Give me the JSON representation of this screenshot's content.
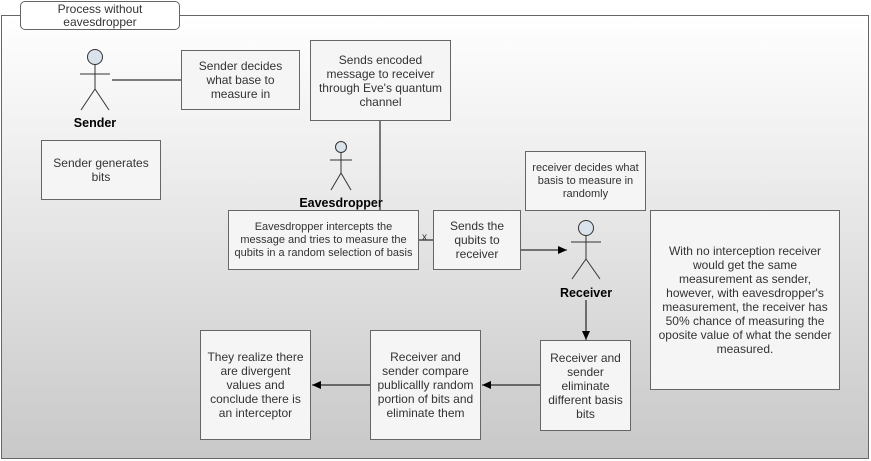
{
  "container": {
    "title": "Process without eavesdropper"
  },
  "actors": {
    "sender": "Sender",
    "eavesdropper": "Eavesdropper",
    "receiver": "Receiver"
  },
  "boxes": {
    "sender_decides": "Sender decides what base to measure in",
    "sends_encoded": "Sends encoded message to receiver through Eve's quantum channel",
    "sender_generates": "Sender generates bits",
    "receiver_decides": "receiver decides what basis to measure in randomly",
    "eve_intercepts": "Eavesdropper intercepts the message and tries to measure the qubits in a random selection of basis",
    "sends_qubits": "Sends the qubits to receiver",
    "note": "With no interception receiver would get the same measurement as sender, however, with eavesdropper's measurement, the receiver has 50% chance of measuring the oposite value of what the sender measured.",
    "eliminate": "Receiver and sender eliminate different basis bits",
    "compare": "Receiver and sender compare publicallly random portion of bits and eliminate them",
    "realize": "They realize there are divergent values and conclude there is an interceptor"
  },
  "marks": {
    "x": "x"
  }
}
